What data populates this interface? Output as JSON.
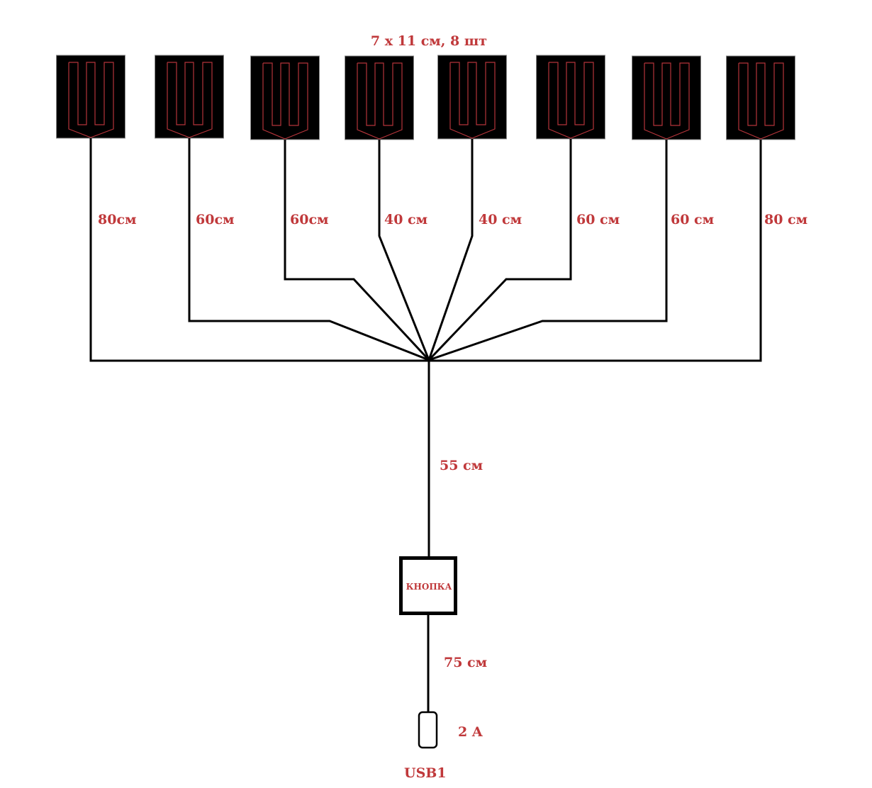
{
  "title": "7 x 11 см,  8 шт",
  "heaters": [
    {
      "id": "heater-1",
      "cable_label": "80см"
    },
    {
      "id": "heater-2",
      "cable_label": "60см"
    },
    {
      "id": "heater-3",
      "cable_label": "60см"
    },
    {
      "id": "heater-4",
      "cable_label": "40 см"
    },
    {
      "id": "heater-5",
      "cable_label": "40 см"
    },
    {
      "id": "heater-6",
      "cable_label": "60 см"
    },
    {
      "id": "heater-7",
      "cable_label": "60 см"
    },
    {
      "id": "heater-8",
      "cable_label": "80 см"
    }
  ],
  "trunk_label": "55 см",
  "button": {
    "label": "КНОПКА"
  },
  "usb_cable_label": "75 см",
  "usb": {
    "label": "USB1",
    "current": "2 A"
  },
  "colors": {
    "label_red": "#c0393b",
    "trace_red": "#b3343a",
    "panel": "#000000",
    "wire": "#000000"
  }
}
